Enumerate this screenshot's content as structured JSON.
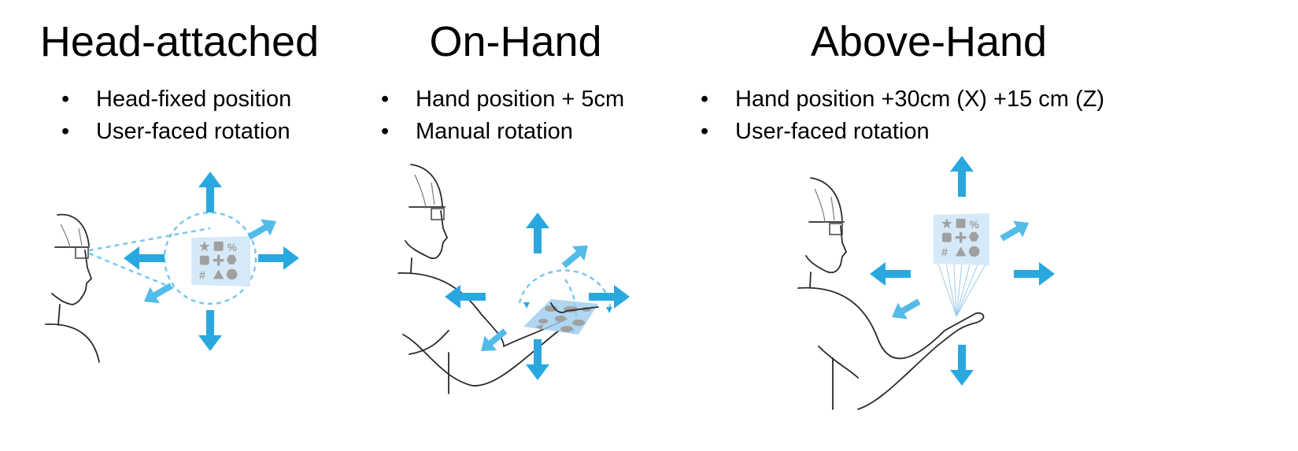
{
  "panels": [
    {
      "title": "Head-attached",
      "bullets": [
        "Head-fixed position",
        "User-faced rotation"
      ]
    },
    {
      "title": "On-Hand",
      "bullets": [
        "Hand position + 5cm",
        "Manual rotation"
      ]
    },
    {
      "title": "Above-Hand",
      "bullets": [
        "Hand position +30cm (X) +15 cm (Z)",
        "User-faced rotation"
      ]
    }
  ],
  "colors": {
    "arrow": "#29A8E0",
    "arrow_light": "#52BBEA",
    "panel": "#D6E9F8",
    "icon": "#A0A0A0"
  }
}
